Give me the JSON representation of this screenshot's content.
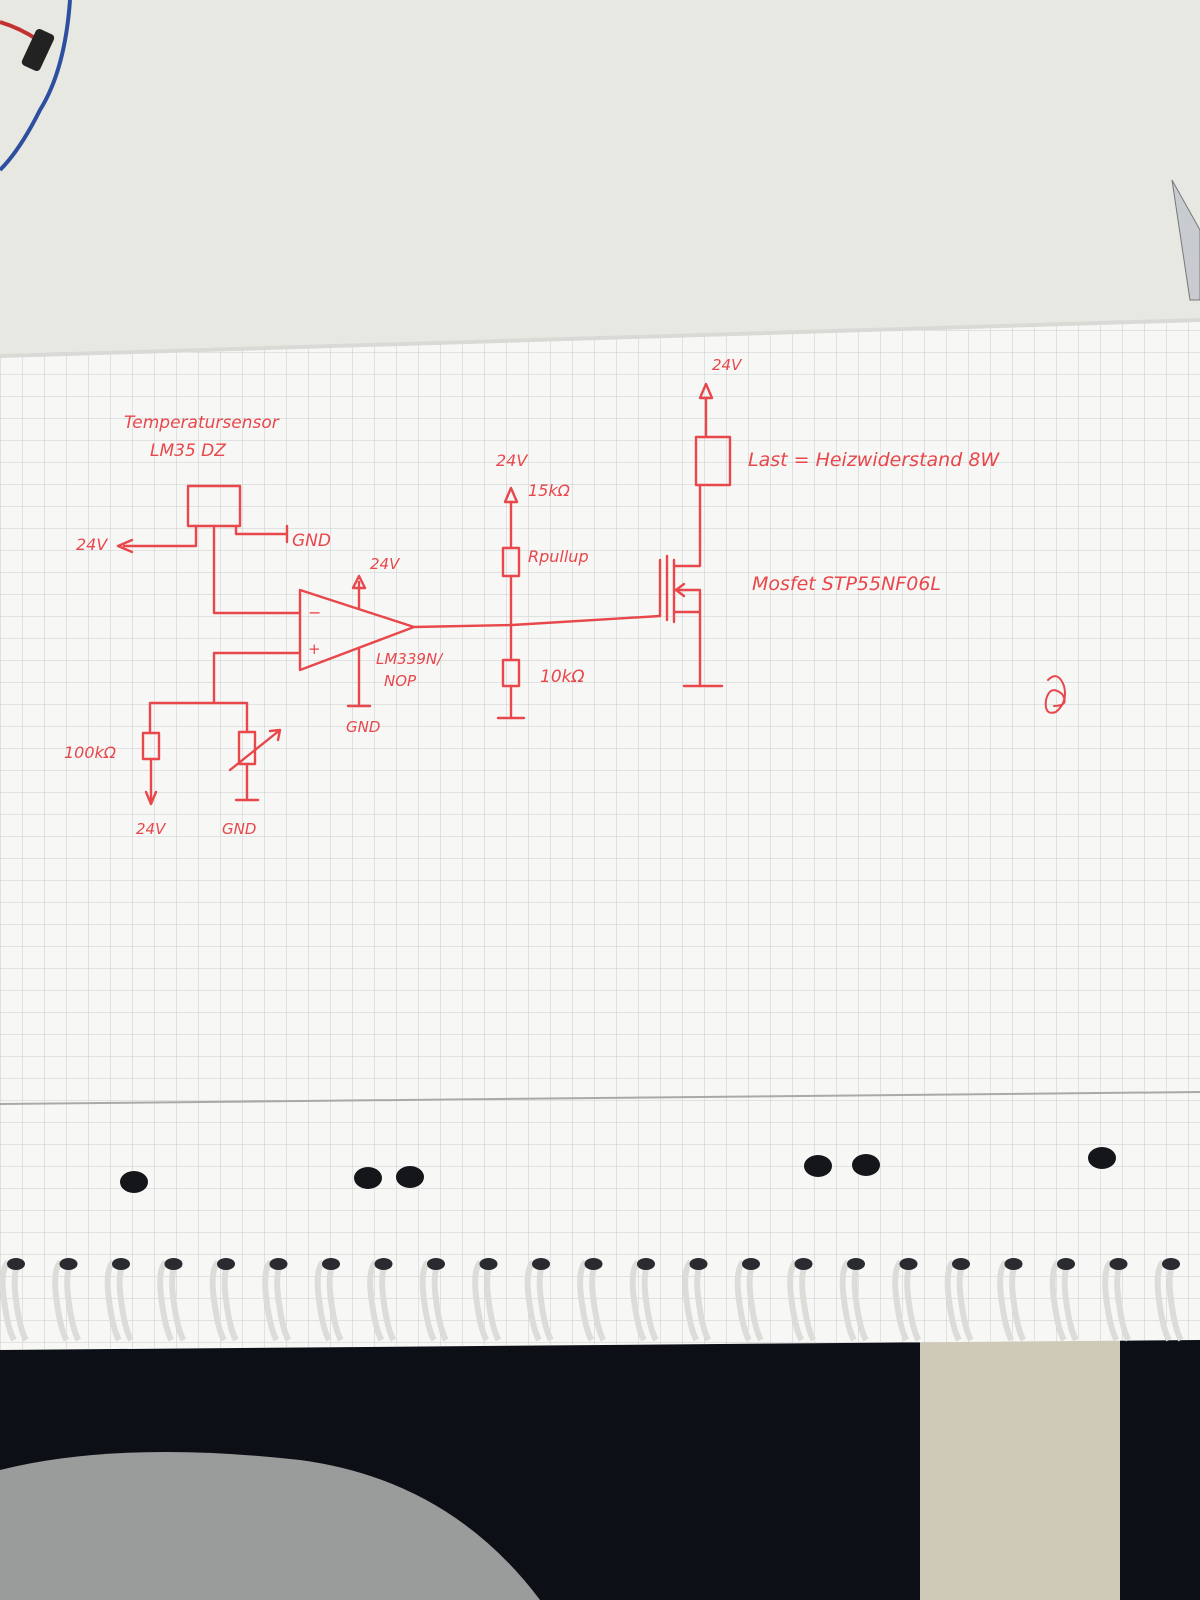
{
  "colors": {
    "ink": "#e8474b",
    "paper": "#f7f7f5",
    "grid": "#c9ccd0",
    "desk": "#e7e8e1",
    "dark": "#0d0f17",
    "sweater": "#9a9c9b"
  },
  "labels": {
    "sensor_title": "Temperatursensor",
    "sensor_part": "LM35 DZ",
    "sensor_vcc": "24V",
    "sensor_gnd": "GND",
    "opamp_vcc": "24V",
    "opamp_minus": "−",
    "opamp_plus": "+",
    "opamp_part_1": "LM339N/",
    "opamp_part_2": "NOP",
    "opamp_gnd": "GND",
    "r_fixed": "100kΩ",
    "r_fixed_vcc": "24V",
    "pot_gnd": "GND",
    "pullup_vcc": "24V",
    "pullup_value": "15kΩ",
    "pullup_name": "Rpullup",
    "pulldown_value": "10kΩ",
    "load_vcc": "24V",
    "load_text": "Last = Heizwiderstand 8W",
    "mosfet_text": "Mosfet STP55NF06L"
  }
}
